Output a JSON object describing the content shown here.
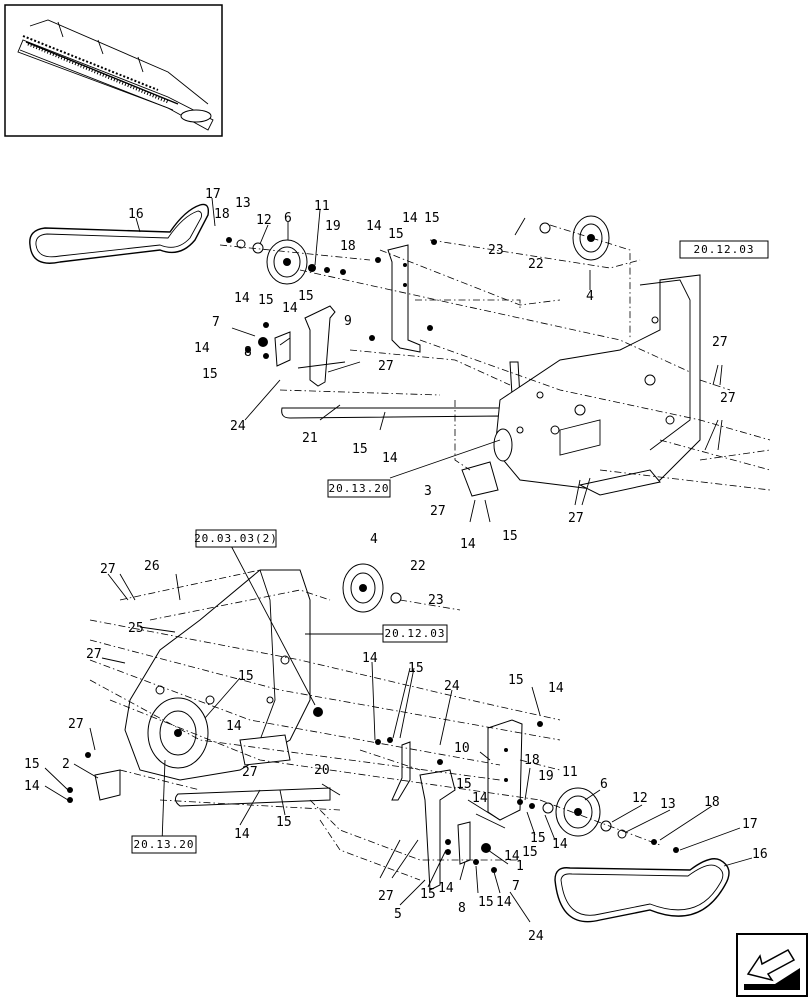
{
  "thumbnail": {
    "label": "header-assembly-thumbnail"
  },
  "reference_boxes": {
    "top_right": "20.12.03",
    "top_left_mid": "20.13.20",
    "lower_upper": "20.03.03(2)",
    "lower_mid": "20.12.03",
    "lower_left": "20.13.20"
  },
  "callouts_top": [
    "17",
    "16",
    "18",
    "13",
    "12",
    "6",
    "11",
    "19",
    "18",
    "14",
    "14",
    "15",
    "15",
    "23",
    "22",
    "4",
    "14",
    "15",
    "7",
    "14",
    "15",
    "8",
    "14",
    "15",
    "9",
    "27",
    "24",
    "21",
    "15",
    "14",
    "3",
    "27",
    "14",
    "15",
    "27",
    "27",
    "27"
  ],
  "callouts_bottom": [
    "27",
    "26",
    "4",
    "22",
    "23",
    "25",
    "27",
    "15",
    "27",
    "15",
    "14",
    "14",
    "15",
    "24",
    "15",
    "14",
    "2",
    "14",
    "27",
    "20",
    "14",
    "15",
    "10",
    "18",
    "19",
    "11",
    "6",
    "12",
    "13",
    "18",
    "17",
    "16",
    "15",
    "14",
    "1",
    "15",
    "14",
    "14",
    "15",
    "7",
    "27",
    "5",
    "15",
    "14",
    "8",
    "15",
    "14",
    "24"
  ],
  "nav_icon": "previous-page-arrow-icon"
}
